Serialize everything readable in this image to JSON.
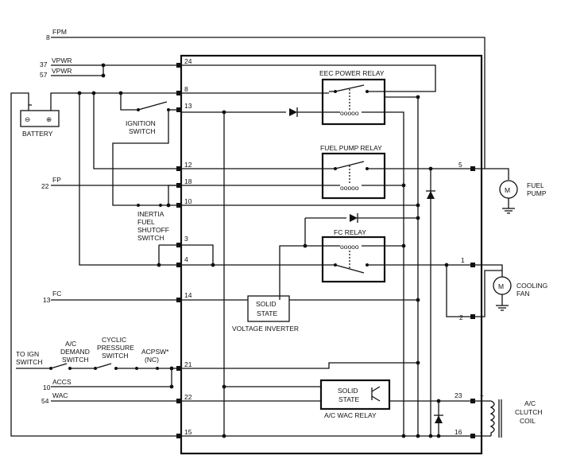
{
  "left_signals": [
    {
      "num": "8",
      "name": "FPM"
    },
    {
      "num": "37",
      "name": "VPWR"
    },
    {
      "num": "57",
      "name": "VPWR"
    },
    {
      "num": "22",
      "name": "FP"
    },
    {
      "num": "13",
      "name": "FC"
    },
    {
      "num": "10",
      "name": "ACCS"
    },
    {
      "num": "54",
      "name": "WAC"
    }
  ],
  "module_pins": [
    "24",
    "8",
    "13",
    "12",
    "18",
    "10",
    "3",
    "4",
    "14",
    "21",
    "22",
    "15"
  ],
  "right_pins": [
    "5",
    "1",
    "2",
    "23",
    "16"
  ],
  "polarity": [
    "+",
    "-"
  ],
  "labels": {
    "battery": "BATTERY",
    "battery_neg": "⊖",
    "battery_pos": "⊕",
    "ignition_switch": [
      "IGNITION",
      "SWITCH"
    ],
    "inertia_switch": [
      "INERTIA",
      "FUEL",
      "SHUTOFF",
      "SWITCH"
    ],
    "eec_relay": "EEC POWER RELAY",
    "fuel_pump_relay": "FUEL PUMP RELAY",
    "fc_relay": "FC RELAY",
    "solid_state": [
      "SOLID",
      "STATE"
    ],
    "voltage_inverter": "VOLTAGE INVERTER",
    "wac_solid_state": [
      "SOLID",
      "STATE"
    ],
    "wac_relay": "A/C WAC RELAY",
    "to_ign": [
      "TO IGN",
      "SWITCH"
    ],
    "ac_demand": [
      "A/C",
      "DEMAND",
      "SWITCH"
    ],
    "cyclic": [
      "CYCLIC",
      "PRESSURE",
      "SWITCH"
    ],
    "acpsw": [
      "ACPSW*",
      "(NC)"
    ],
    "fuel_pump": [
      "FUEL",
      "PUMP"
    ],
    "cooling_fan": [
      "COOLING",
      "FAN"
    ],
    "clutch": [
      "A/C",
      "CLUTCH",
      "COIL"
    ],
    "motor": "M",
    "coil_glyph": "ooooo"
  }
}
